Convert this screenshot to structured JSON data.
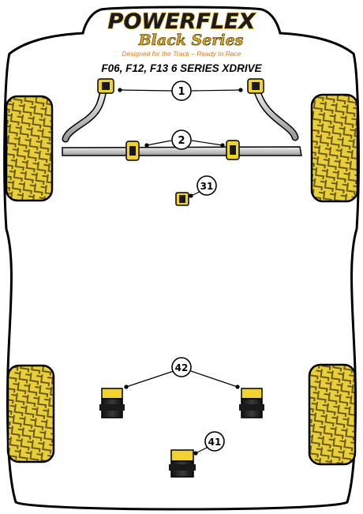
{
  "brand": {
    "name": "POWERFLEX",
    "series": "Black Series",
    "tagline": "Designed for the Track – Ready to Race"
  },
  "model_title": "F06, F12, F13 6 SERIES XDRIVE",
  "callouts": {
    "c1": "1",
    "c2": "2",
    "c31": "31",
    "c42": "42",
    "c41": "41"
  },
  "colors": {
    "outline": "#000000",
    "tyre_fill": "#e8cf3a",
    "tyre_tread": "#6b5a1e",
    "bush_yellow": "#f2d22e",
    "bush_black": "#1a1a1a",
    "brand_gold": "#d9a521",
    "tagline_orange": "#e07b1c"
  }
}
